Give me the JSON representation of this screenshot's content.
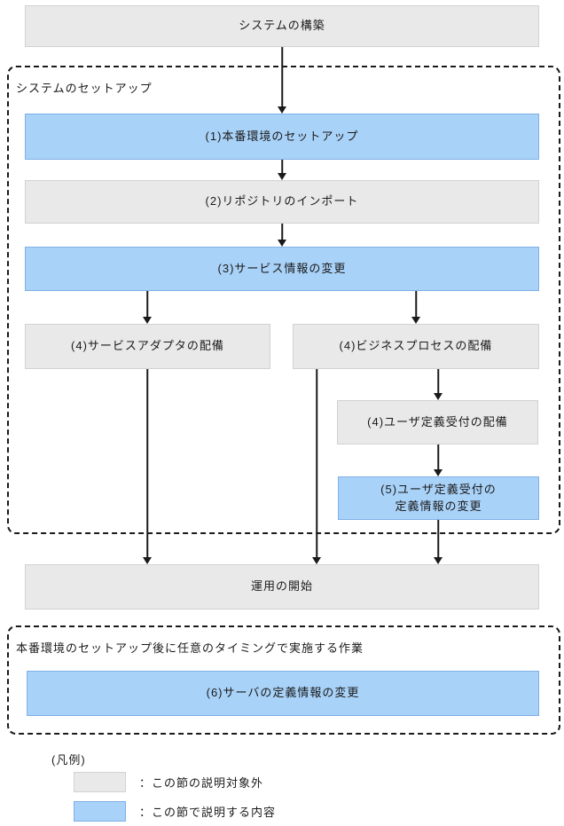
{
  "colors": {
    "box_gray_fill": "#e9e9e9",
    "box_gray_border": "#d2d2d2",
    "box_blue_fill": "#a9d2f8",
    "box_blue_border": "#7fb0e6",
    "line_color": "#1a1a1a"
  },
  "flow": {
    "build": {
      "label": "システムの構築"
    },
    "setup_group": {
      "title": "システムのセットアップ"
    },
    "step1": {
      "label": "(1)本番環境のセットアップ"
    },
    "step2": {
      "label": "(2)リポジトリのインポート"
    },
    "step3": {
      "label": "(3)サービス情報の変更"
    },
    "step4_adapter": {
      "label": "(4)サービスアダプタの配備"
    },
    "step4_bp": {
      "label": "(4)ビジネスプロセスの配備"
    },
    "step4_udr": {
      "label": "(4)ユーザ定義受付の配備"
    },
    "step5": {
      "line1": "(5)ユーザ定義受付の",
      "line2": "定義情報の変更"
    },
    "operation_start": {
      "label": "運用の開始"
    },
    "post_setup_group": {
      "title": "本番環境のセットアップ後に任意のタイミングで実施する作業"
    },
    "step6": {
      "label": "(6)サーバの定義情報の変更"
    }
  },
  "legend": {
    "title": "(凡例)",
    "items": [
      {
        "swatch": "gray",
        "label": "：この節の説明対象外"
      },
      {
        "swatch": "blue",
        "label": "：この節で説明する内容"
      }
    ]
  }
}
